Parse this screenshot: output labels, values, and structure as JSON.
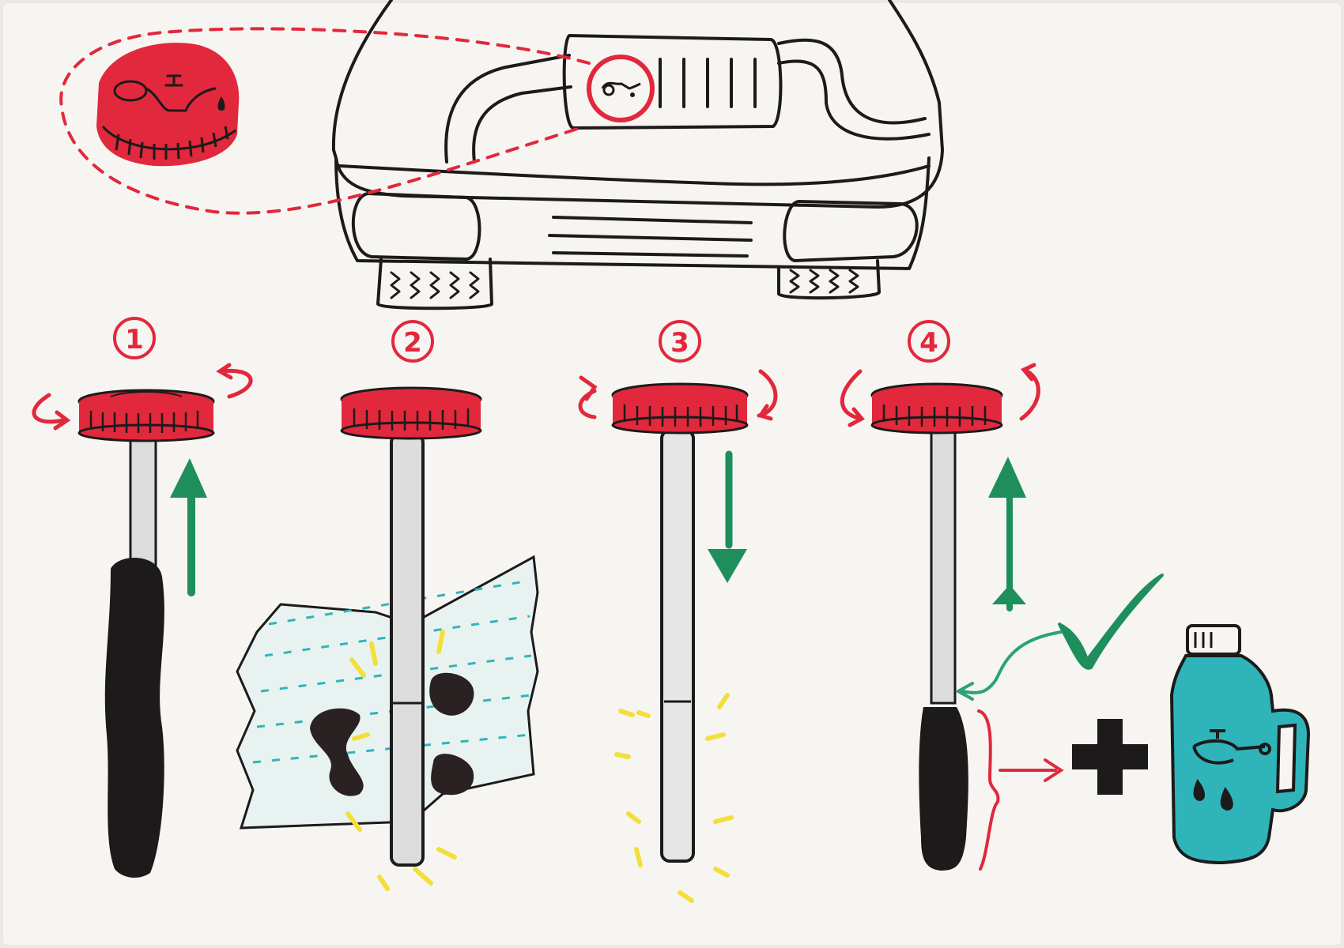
{
  "colors": {
    "paper": "#f6f5f2",
    "ink": "#1c1a1a",
    "cap_red": "#e2283c",
    "arrow_green": "#1e8f5c",
    "teal": "#2fb5b9",
    "highlight_yellow": "#f3df3a",
    "dipstick_gray": "#dcdcdc"
  },
  "icons": {
    "oil_symbol": "oil-can-icon",
    "plus_symbol": "plus-icon",
    "check_symbol": "checkmark-icon"
  },
  "steps": [
    {
      "number": "1",
      "dipstick": "oily",
      "motion": "pull-up"
    },
    {
      "number": "2",
      "dipstick": "wiped",
      "motion": "wipe-on-towel"
    },
    {
      "number": "3",
      "dipstick": "clean",
      "motion": "push-down"
    },
    {
      "number": "4",
      "dipstick": "oil-level",
      "motion": "pull-up-check",
      "result": "add-oil"
    }
  ]
}
